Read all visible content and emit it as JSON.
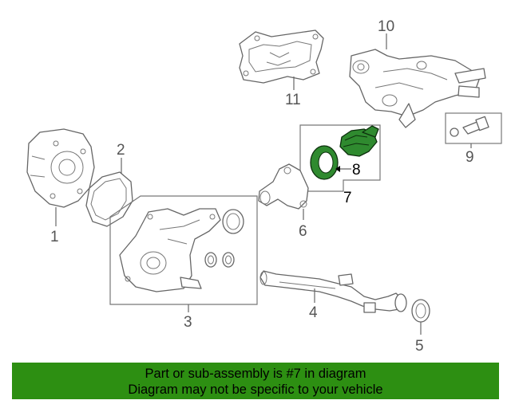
{
  "callouts": {
    "c1": "1",
    "c2": "2",
    "c3": "3",
    "c4": "4",
    "c5": "5",
    "c6": "6",
    "c7": "7",
    "c8": "8",
    "c9": "9",
    "c10": "10",
    "c11": "11"
  },
  "selected_part": "7",
  "banner": {
    "line1": "Part or sub-assembly is #7 in diagram",
    "line2": "Diagram may not be specific to your vehicle"
  },
  "colors": {
    "banner_bg": "#2d8f12",
    "highlight": "#2f8a2f",
    "line": "#666666"
  }
}
